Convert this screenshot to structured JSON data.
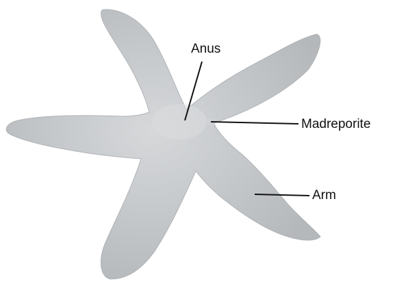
{
  "colors": {
    "starfish_fill": "#c4c7ca",
    "starfish_shade": "#b3b6b9",
    "label_text": "#111111",
    "leader_line": "#111111",
    "background": "#ffffff"
  },
  "labels": {
    "anus": "Anus",
    "madreporite": "Madreporite",
    "arm": "Arm"
  }
}
